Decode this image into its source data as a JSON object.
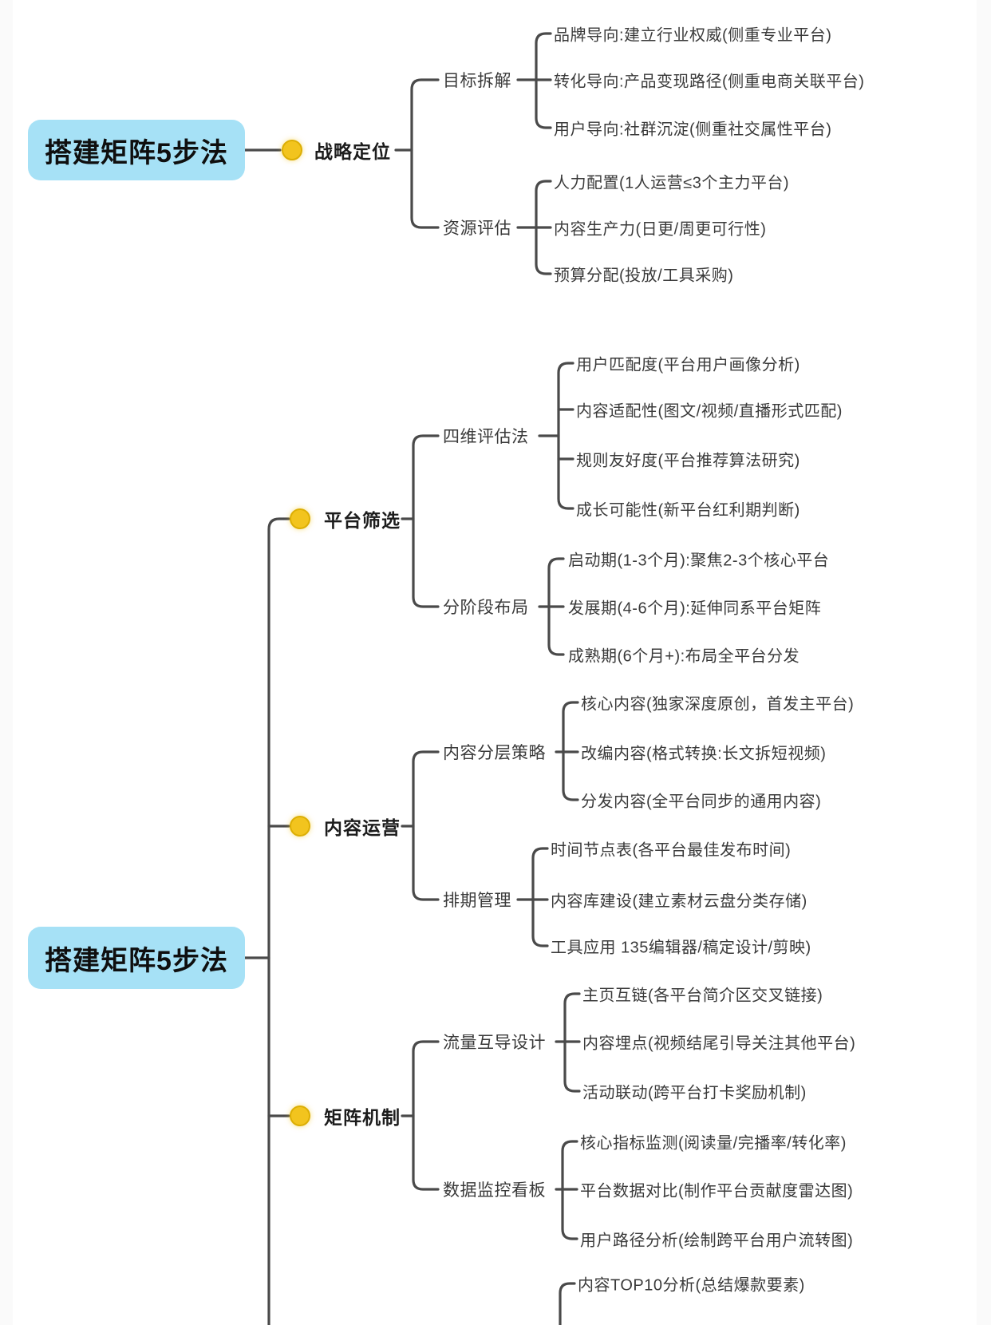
{
  "colors": {
    "root_bg": "#a6e1f6",
    "bullet": "#f2c41e",
    "bullet_border": "#dcae04",
    "line": "#4a4a4a",
    "text": "#3a3a3a",
    "heading": "#1c1c1c",
    "edge_strip": "#fafafa"
  },
  "root": {
    "label": "搭建矩阵5步法"
  },
  "branches": [
    {
      "label": "战略定位",
      "children": [
        {
          "label": "目标拆解",
          "leaves": [
            "品牌导向:建立行业权威(侧重专业平台)",
            "转化导向:产品变现路径(侧重电商关联平台)",
            "用户导向:社群沉淀(侧重社交属性平台)"
          ]
        },
        {
          "label": "资源评估",
          "leaves": [
            "人力配置(1人运营≤3个主力平台)",
            "内容生产力(日更/周更可行性)",
            "预算分配(投放/工具采购)"
          ]
        }
      ]
    },
    {
      "label": "平台筛选",
      "children": [
        {
          "label": "四维评估法",
          "leaves": [
            "用户匹配度(平台用户画像分析)",
            "内容适配性(图文/视频/直播形式匹配)",
            "规则友好度(平台推荐算法研究)",
            "成长可能性(新平台红利期判断)"
          ]
        },
        {
          "label": "分阶段布局",
          "leaves": [
            "启动期(1-3个月):聚焦2-3个核心平台",
            "发展期(4-6个月):延伸同系平台矩阵",
            "成熟期(6个月+):布局全平台分发"
          ]
        }
      ]
    },
    {
      "label": "内容运营",
      "children": [
        {
          "label": "内容分层策略",
          "leaves": [
            "核心内容(独家深度原创，首发主平台)",
            "改编内容(格式转换:长文拆短视频)",
            "分发内容(全平台同步的通用内容)"
          ]
        },
        {
          "label": "排期管理",
          "leaves": [
            "时间节点表(各平台最佳发布时间)",
            "内容库建设(建立素材云盘分类存储)",
            "工具应用 135编辑器/稿定设计/剪映)"
          ]
        }
      ]
    },
    {
      "label": "矩阵机制",
      "children": [
        {
          "label": "流量互导设计",
          "leaves": [
            "主页互链(各平台简介区交叉链接)",
            "内容埋点(视频结尾引导关注其他平台)",
            "活动联动(跨平台打卡奖励机制)"
          ]
        },
        {
          "label": "数据监控看板",
          "leaves": [
            "核心指标监测(阅读量/完播率/转化率)",
            "平台数据对比(制作平台贡献度雷达图)",
            "用户路径分析(绘制跨平台用户流转图)"
          ]
        }
      ]
    }
  ],
  "overflow_branch": {
    "first_leaf": "内容TOP10分析(总结爆款要素)"
  }
}
